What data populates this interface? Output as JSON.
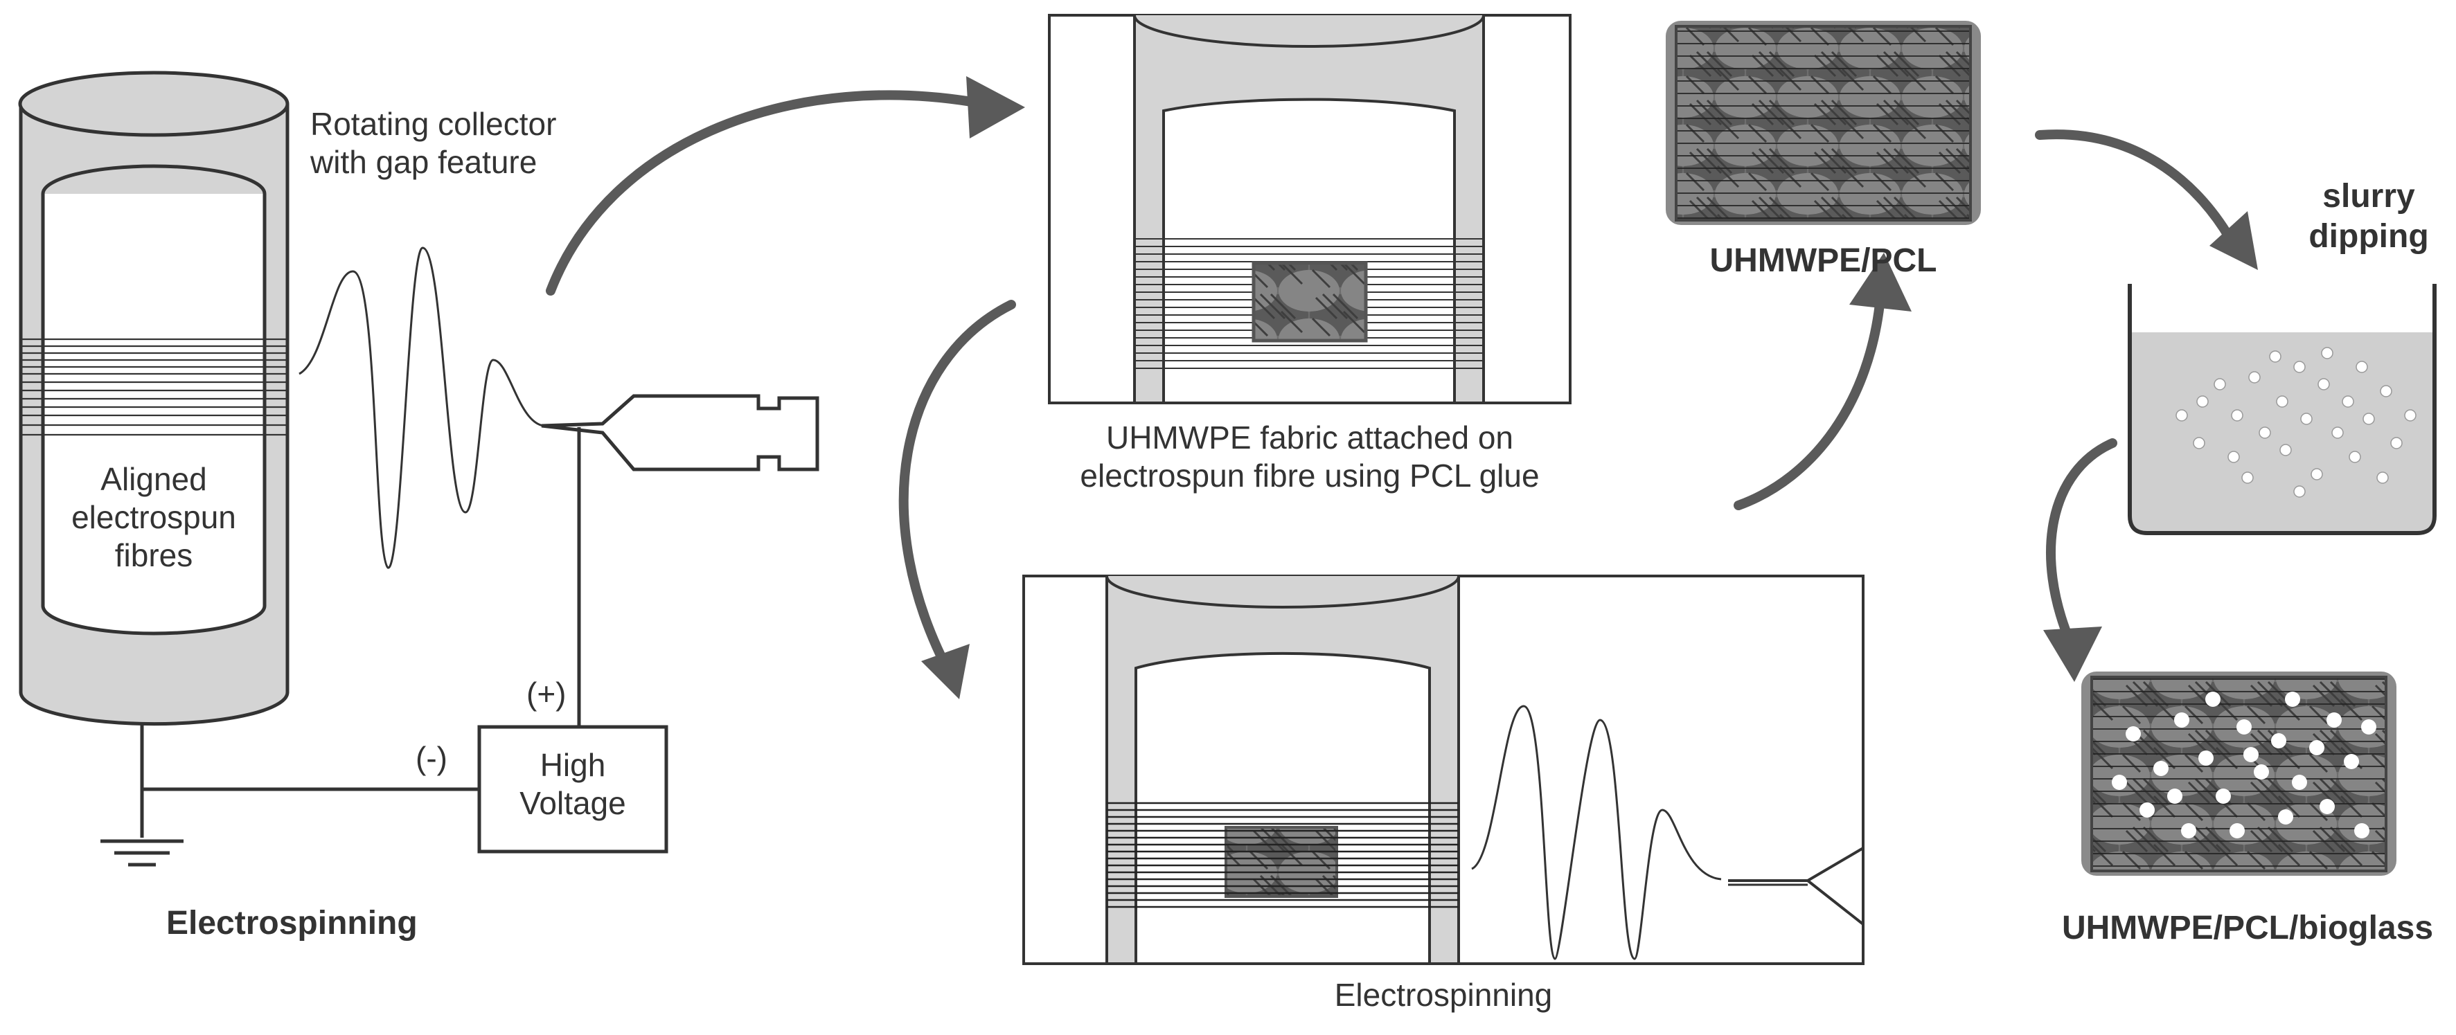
{
  "labels": {
    "rotating_collector": [
      "Rotating collector",
      "with gap feature"
    ],
    "aligned_fibres": [
      "Aligned",
      "electrospun",
      "fibres"
    ],
    "polarity_positive": "(+)",
    "polarity_negative": "(-)",
    "high_voltage": [
      "High",
      "Voltage"
    ],
    "electrospinning_step1": "Electrospinning",
    "fabric_attached": [
      "UHMWPE fabric attached on",
      "electrospun fibre using PCL glue"
    ],
    "electrospinning_step2": "Electrospinning",
    "uhmwpe_pcl": "UHMWPE/PCL",
    "slurry_dipping": [
      "slurry",
      "dipping"
    ],
    "uhmwpe_pcl_bioglass": "UHMWPE/PCL/bioglass"
  },
  "colors": {
    "stroke": "#333333",
    "fill_gray": "#d4d4d4",
    "arrow": "#5a5a5a",
    "fabric": "#707070",
    "slurry": "#cfcfcf",
    "particles": "#ffffff"
  },
  "icons": [
    "ground-icon",
    "syringe-icon",
    "beaker-icon",
    "fabric-icon"
  ]
}
